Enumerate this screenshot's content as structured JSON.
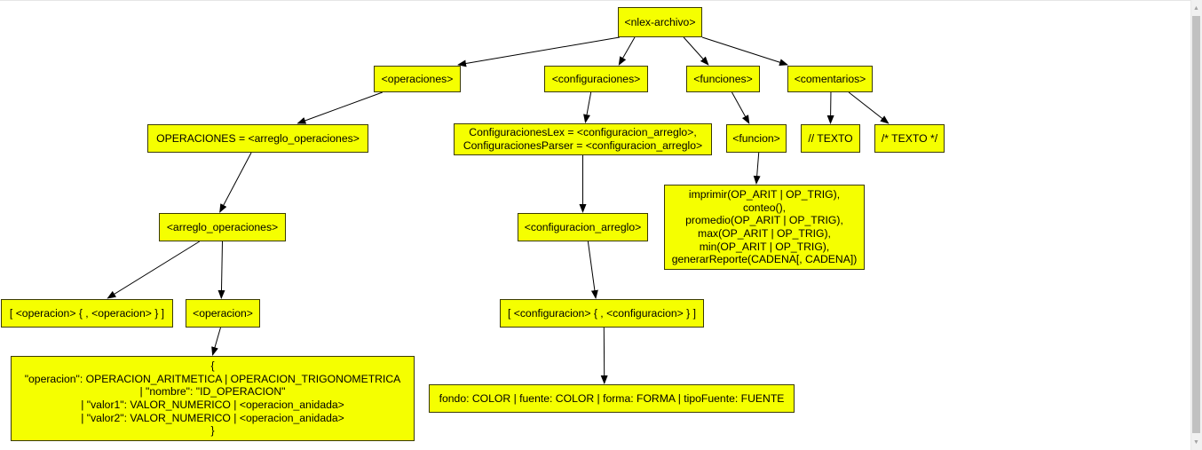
{
  "colors": {
    "node_fill": "#f5ff00",
    "node_border": "#3a3a00",
    "edge": "#000000",
    "background": "#ffffff"
  },
  "icons": {
    "scroll_up": "scroll-up-arrow-icon",
    "scroll_down": "scroll-down-arrow-icon"
  },
  "nodes": {
    "root": "<nlex-archivo>",
    "operaciones": "<operaciones>",
    "configuraciones": "<configuraciones>",
    "funciones": "<funciones>",
    "comentarios": "<comentarios>",
    "operaciones_def": "OPERACIONES = <arreglo_operaciones>",
    "configuraciones_def": "ConfiguracionesLex = <configuracion_arreglo>,\nConfiguracionesParser = <configuracion_arreglo>",
    "funcion": "<funcion>",
    "comentario_linea": "// TEXTO",
    "comentario_bloque": "/* TEXTO */",
    "arreglo_operaciones": "<arreglo_operaciones>",
    "configuracion_arreglo": "<configuracion_arreglo>",
    "funcion_def": "imprimir(OP_ARIT | OP_TRIG),\nconteo(),\npromedio(OP_ARIT | OP_TRIG),\nmax(OP_ARIT | OP_TRIG),\nmin(OP_ARIT | OP_TRIG),\ngenerarReporte(CADENA[, CADENA])",
    "arreglo_operaciones_def": "[ <operacion> { , <operacion> } ]",
    "operacion": "<operacion>",
    "configuracion_lista": "[ <configuracion> { , <configuracion> } ]",
    "operacion_def": "{\n\"operacion\": OPERACION_ARITMETICA | OPERACION_TRIGONOMETRICA\n| \"nombre\": \"ID_OPERACION\"\n| \"valor1\": VALOR_NUMERICO | <operacion_anidada>\n| \"valor2\": VALOR_NUMERICO | <operacion_anidada>\n}",
    "configuracion_def": "fondo: COLOR | fuente: COLOR | forma: FORMA | tipoFuente: FUENTE"
  }
}
